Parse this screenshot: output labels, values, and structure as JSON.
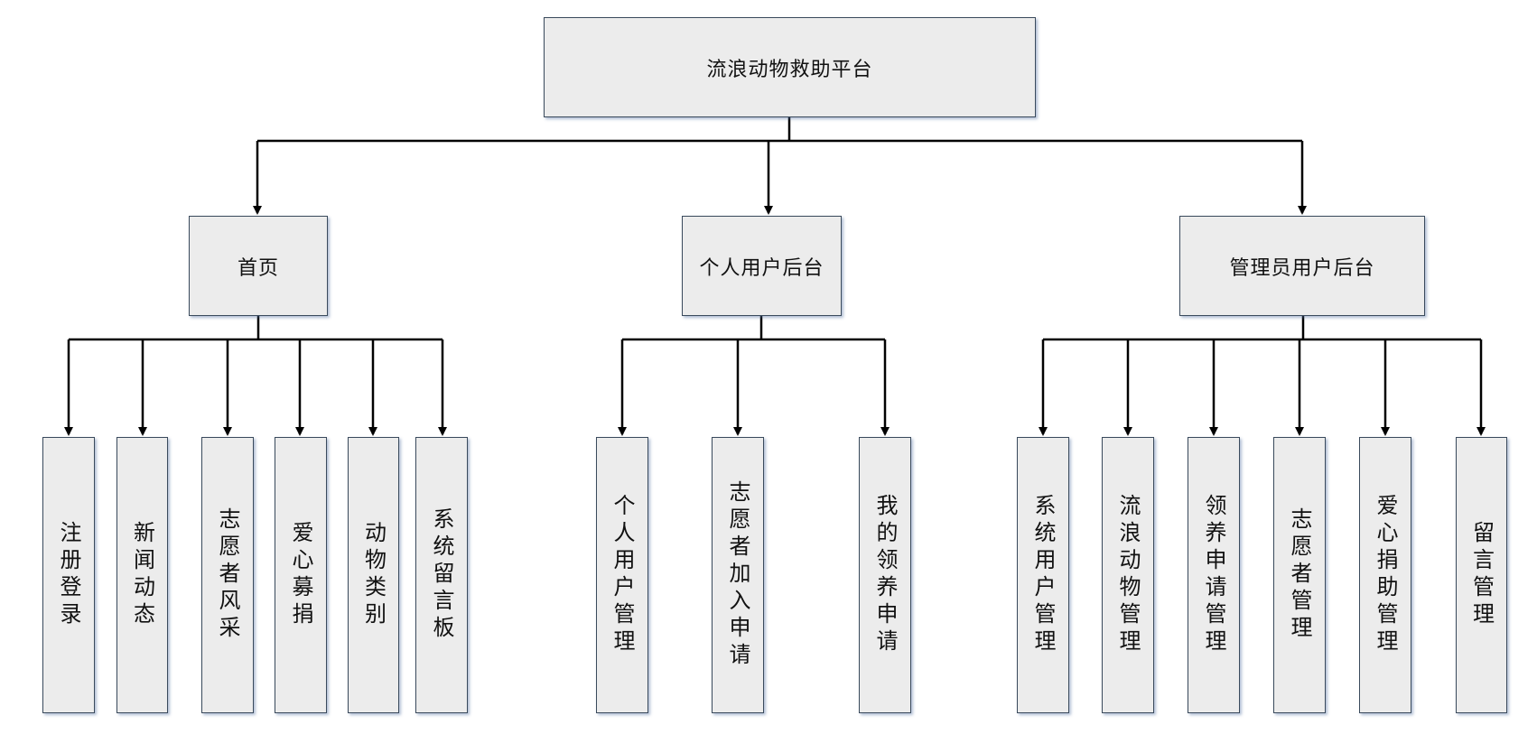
{
  "root": {
    "label": "流浪动物救助平台"
  },
  "branches": [
    {
      "label": "首页",
      "children": [
        "注册登录",
        "新闻动态",
        "志愿者风采",
        "爱心募捐",
        "动物类别",
        "系统留言板"
      ]
    },
    {
      "label": "个人用户后台",
      "children": [
        "个人用户管理",
        "志愿者加入申请",
        "我的领养申请"
      ]
    },
    {
      "label": "管理员用户后台",
      "children": [
        "系统用户管理",
        "流浪动物管理",
        "领养申请管理",
        "志愿者管理",
        "爱心捐助管理",
        "留言管理"
      ]
    }
  ],
  "colors": {
    "box_fill": "#ececec",
    "line": "#000000"
  }
}
